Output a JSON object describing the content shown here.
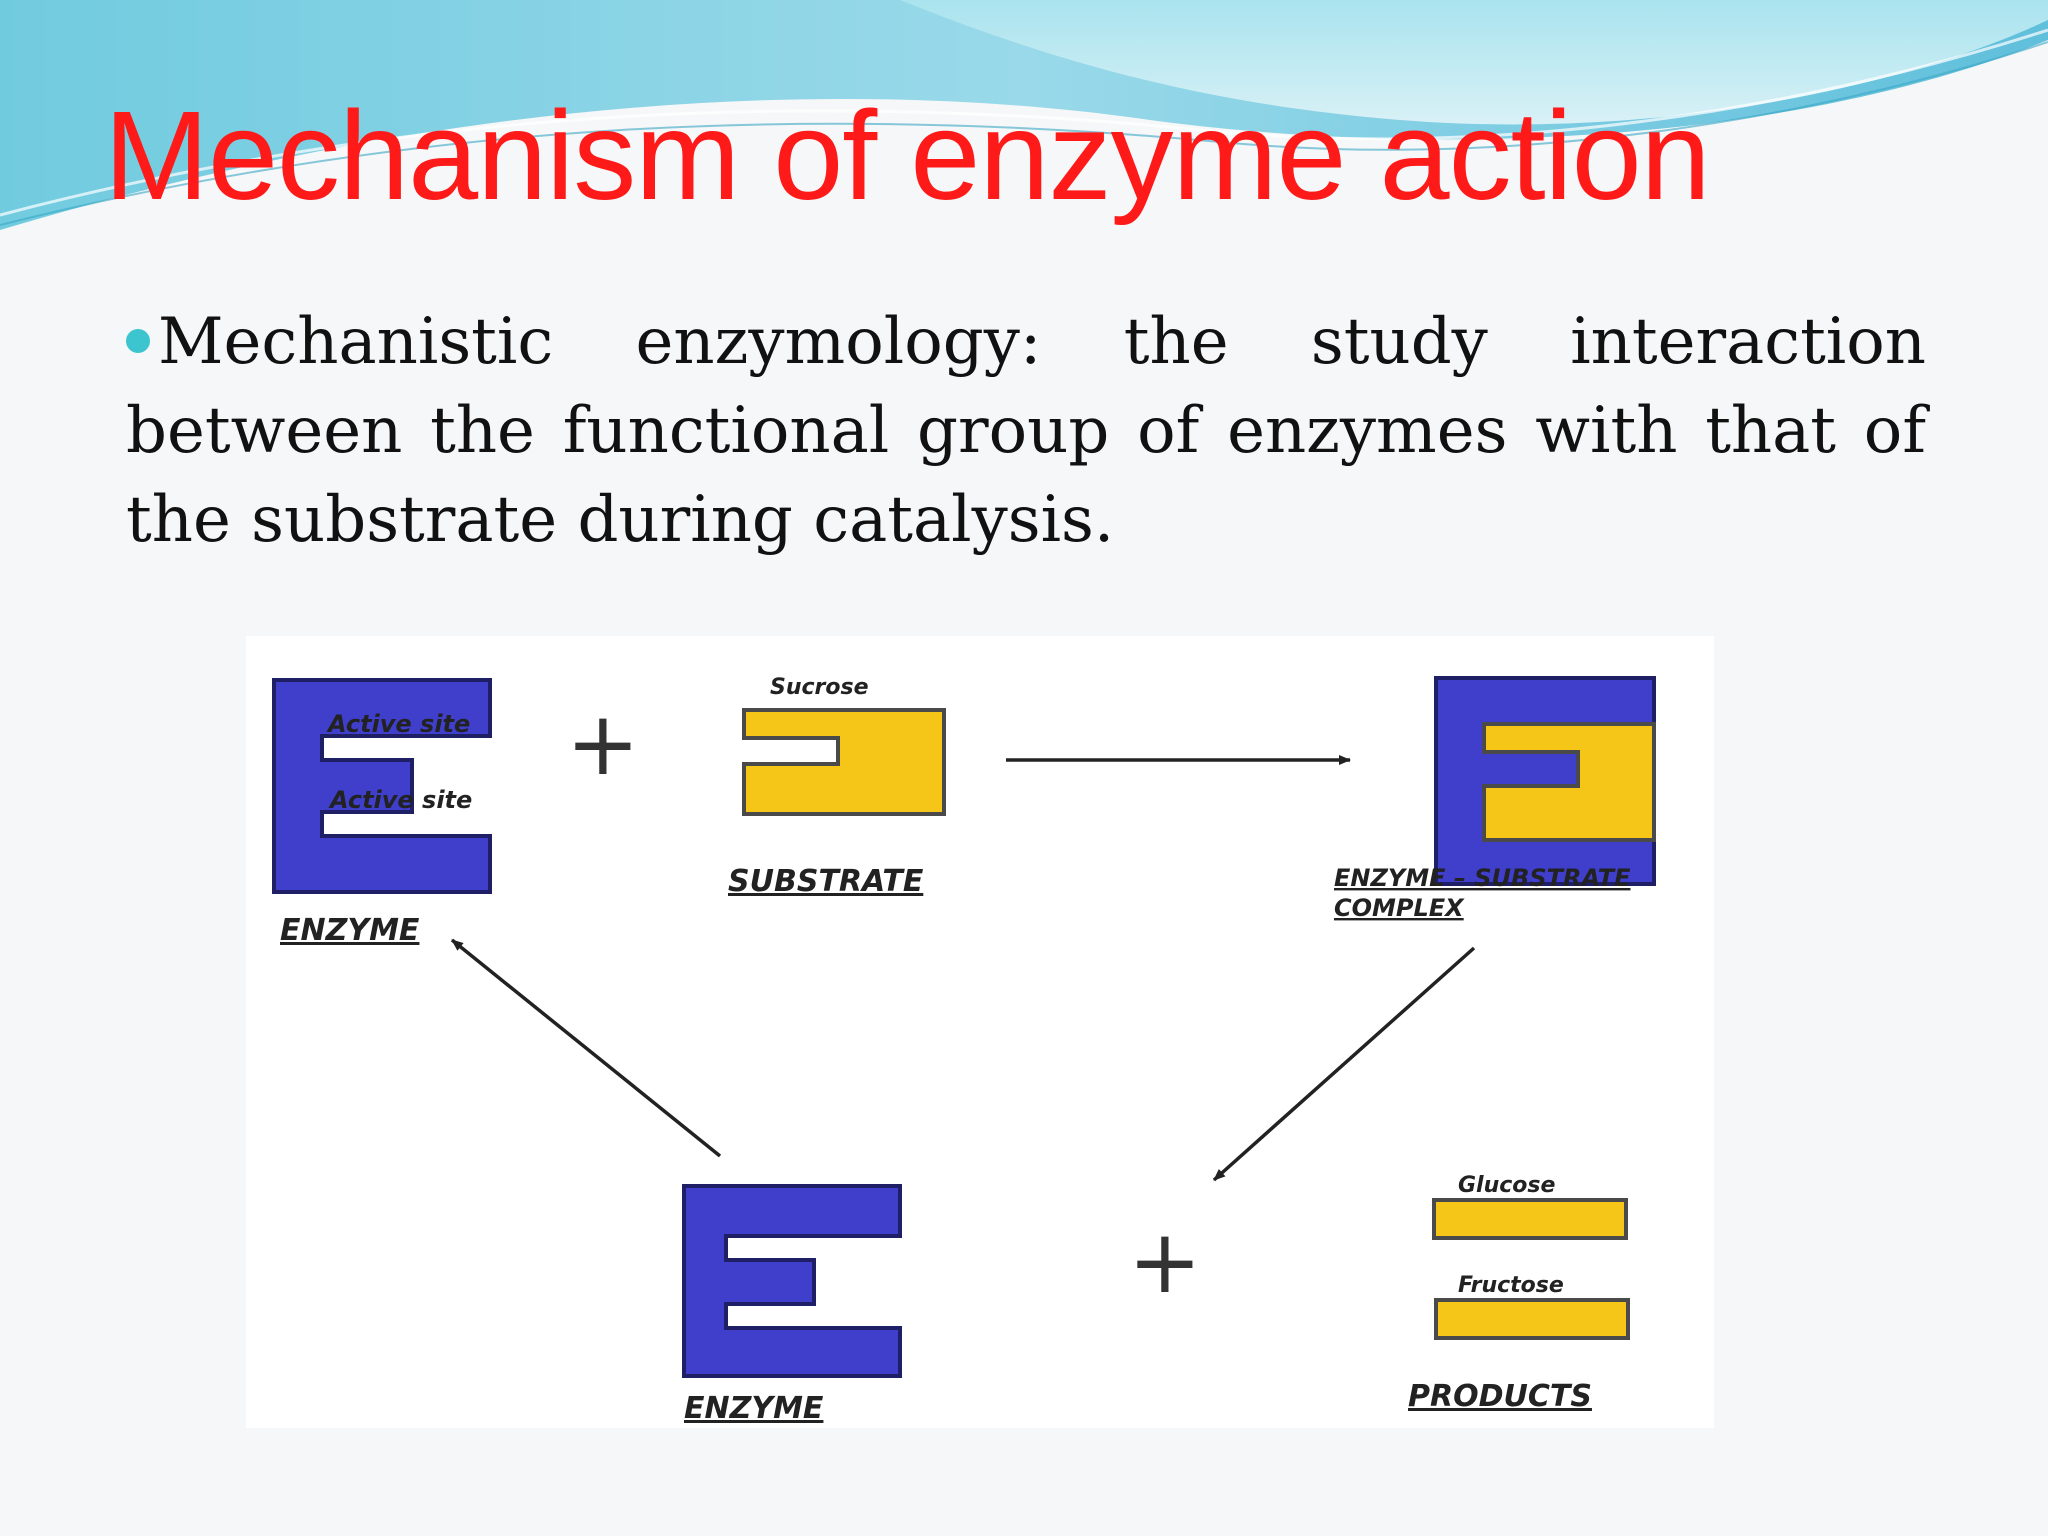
{
  "slide": {
    "title": "Mechanism of enzyme action",
    "bullet": "Mechanistic enzymology: the study interaction between the functional group of enzymes with that of the substrate during catalysis."
  },
  "diagram": {
    "enzyme_label": "ENZYME",
    "active_site_top": "Active site",
    "active_site_bottom": "Active site",
    "plus": "+",
    "substrate_name": "Sucrose",
    "substrate_label": "SUBSTRATE",
    "complex_label_line1": "ENZYME – SUBSTRATE",
    "complex_label_line2": "COMPLEX",
    "enzyme_free_label": "ENZYME",
    "product1_name": "Glucose",
    "product2_name": "Fructose",
    "products_label": "PRODUCTS"
  },
  "colors": {
    "title": "#ff1a1a",
    "enzyme_blue": "#3f3fcc",
    "substrate_yellow": "#f5c518",
    "bullet": "#3cc4cf"
  },
  "icons": {
    "bullet": "circle-bullet-icon",
    "arrows": "arrow-icon"
  }
}
